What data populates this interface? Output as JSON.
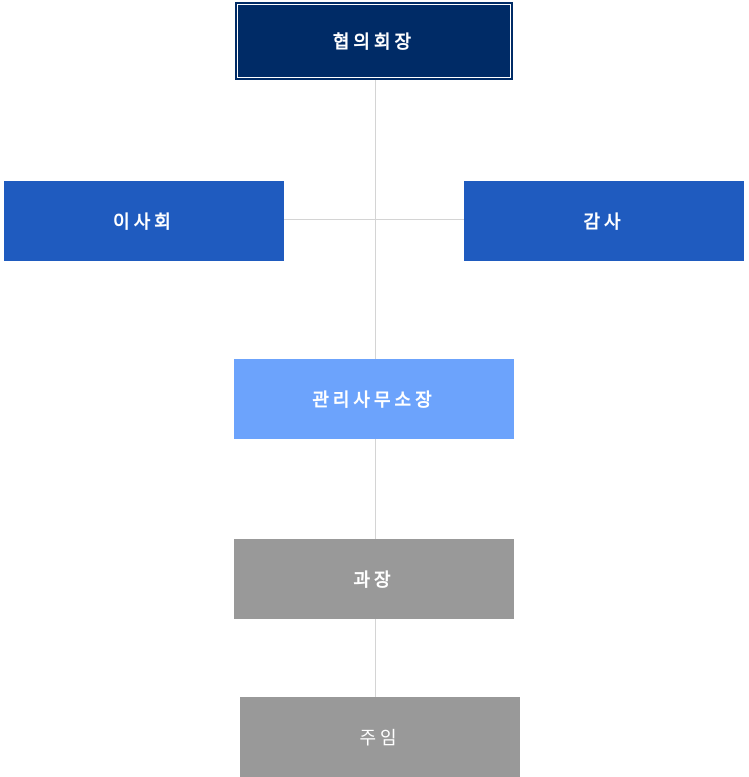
{
  "org_chart": {
    "president": "협의회장",
    "board": "이사회",
    "audit": "감사",
    "office_manager": "관리사무소장",
    "section_chief": "과장",
    "staff": "주임"
  },
  "colors": {
    "president": "#002b66",
    "board": "#1f5bbf",
    "audit": "#1f5bbf",
    "office_manager": "#6ca3fc",
    "section_chief": "#999999",
    "staff": "#999999",
    "connector": "#d4d4d4"
  }
}
